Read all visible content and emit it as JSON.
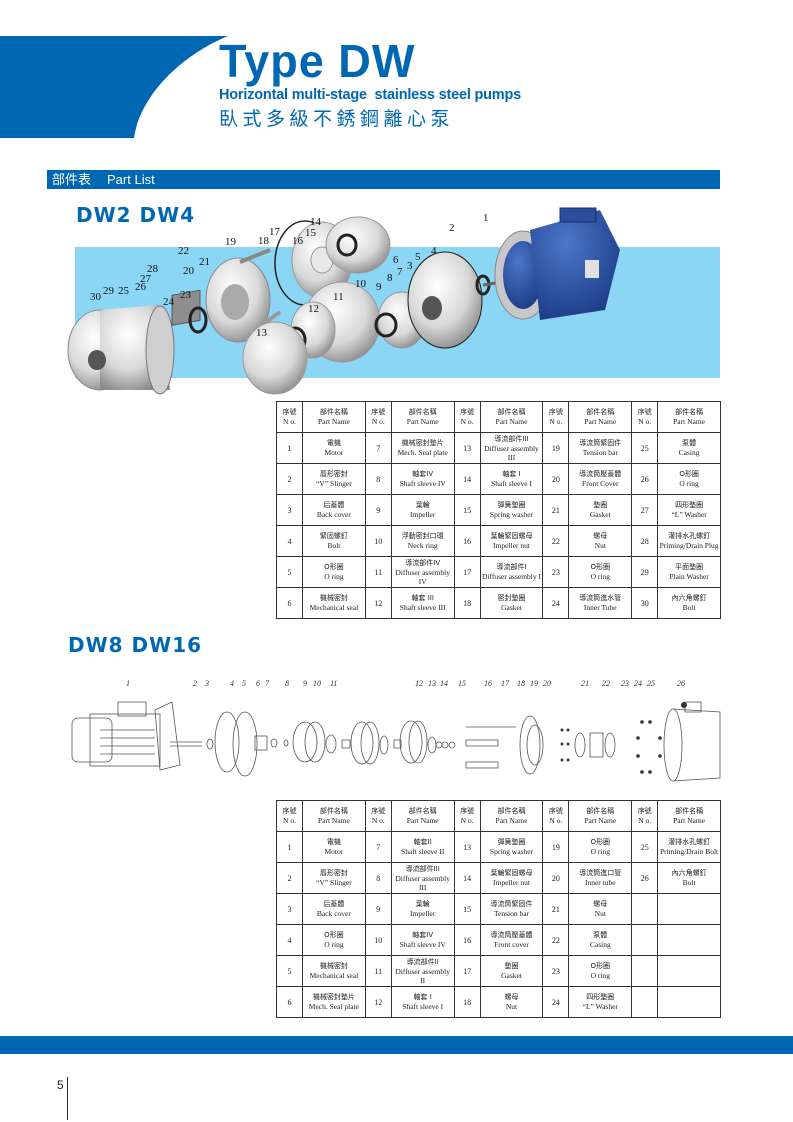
{
  "header": {
    "title": "Type DW",
    "subtitle": "Horizontal multi-stage  stainless steel pumps",
    "subtitle_cn": "臥式多級不銹鋼離心泵"
  },
  "section": {
    "label_cn": "部件表",
    "label_en": "Part List"
  },
  "colors": {
    "brand_blue": "#0067b3",
    "diagram_band": "#8bd6f5"
  },
  "models": [
    {
      "heading": "DW2  DW4",
      "callouts": [
        "1",
        "2",
        "3",
        "4",
        "5",
        "6",
        "7",
        "8",
        "9",
        "10",
        "11",
        "12",
        "13",
        "14",
        "15",
        "16",
        "17",
        "18",
        "19",
        "20",
        "21",
        "22",
        "23",
        "24",
        "25",
        "26",
        "27",
        "28",
        "29",
        "30"
      ],
      "table": {
        "header_no_cn": "序號",
        "header_no_en": "N o.",
        "header_name_cn": "部件名稱",
        "header_name_en": "Part Name",
        "columns": [
          [
            {
              "no": "1",
              "cn": "電機",
              "en": "Motor"
            },
            {
              "no": "2",
              "cn": "唇形密封",
              "en": "“V” Slinger"
            },
            {
              "no": "3",
              "cn": "后蓋體",
              "en": "Back cover"
            },
            {
              "no": "4",
              "cn": "緊固螺釘",
              "en": "Bolt"
            },
            {
              "no": "5",
              "cn": "O形圈",
              "en": "O ring"
            },
            {
              "no": "6",
              "cn": "機械密封",
              "en": "Mechanical seal"
            }
          ],
          [
            {
              "no": "7",
              "cn": "機械密封墊片",
              "en": "Mech. Seal plate"
            },
            {
              "no": "8",
              "cn": "軸套IV",
              "en": "Shaft sleeve IV"
            },
            {
              "no": "9",
              "cn": "葉輪",
              "en": "Impeller"
            },
            {
              "no": "10",
              "cn": "浮動密封口環",
              "en": "Neck ring"
            },
            {
              "no": "11",
              "cn": "導流部件IV",
              "en": "Diffuser assembly IV"
            },
            {
              "no": "12",
              "cn": "軸套 III",
              "en": "Shaft sleeve III"
            }
          ],
          [
            {
              "no": "13",
              "cn": "導流部件III",
              "en": "Diffuser assembly III"
            },
            {
              "no": "14",
              "cn": "軸套 I",
              "en": "Shaft sleeve I"
            },
            {
              "no": "15",
              "cn": "彈簧墊圈",
              "en": "Spring washer"
            },
            {
              "no": "16",
              "cn": "葉輪緊固螺母",
              "en": "Impeller nut"
            },
            {
              "no": "17",
              "cn": "導流部件I",
              "en": "Diffuser assembly I"
            },
            {
              "no": "18",
              "cn": "密封墊圈",
              "en": "Gasket"
            }
          ],
          [
            {
              "no": "19",
              "cn": "導流筒緊固件",
              "en": "Tension bar"
            },
            {
              "no": "20",
              "cn": "導流筒壓蓋體",
              "en": "Front Cover"
            },
            {
              "no": "21",
              "cn": "墊圈",
              "en": "Gasket"
            },
            {
              "no": "22",
              "cn": "螺母",
              "en": "Nut"
            },
            {
              "no": "23",
              "cn": "O形圈",
              "en": "O ring"
            },
            {
              "no": "24",
              "cn": "導流筒進水管",
              "en": "Inner Tube"
            }
          ],
          [
            {
              "no": "25",
              "cn": "泵體",
              "en": "Casing"
            },
            {
              "no": "26",
              "cn": "O形圈",
              "en": "O ring"
            },
            {
              "no": "27",
              "cn": "四形墊圈",
              "en": "“L” Washer"
            },
            {
              "no": "28",
              "cn": "灌排水孔螺釘",
              "en": "Priming/Drain Plug"
            },
            {
              "no": "29",
              "cn": "平面墊圈",
              "en": "Plain Washer"
            },
            {
              "no": "30",
              "cn": "內六角螺釘",
              "en": "Bolt"
            }
          ]
        ]
      }
    },
    {
      "heading": "DW8  DW16",
      "callouts": [
        "1",
        "2",
        "3",
        "4",
        "5",
        "6",
        "7",
        "8",
        "9",
        "10",
        "11",
        "12",
        "13",
        "14",
        "15",
        "16",
        "17",
        "18",
        "19",
        "20",
        "21",
        "22",
        "23",
        "24",
        "25",
        "26"
      ],
      "table": {
        "header_no_cn": "序號",
        "header_no_en": "N o.",
        "header_name_cn": "部件名稱",
        "header_name_en": "Part Name",
        "columns": [
          [
            {
              "no": "1",
              "cn": "電機",
              "en": "Motor"
            },
            {
              "no": "2",
              "cn": "唇形密封",
              "en": "“V” Slinger"
            },
            {
              "no": "3",
              "cn": "后蓋體",
              "en": "Back cover"
            },
            {
              "no": "4",
              "cn": "O形圈",
              "en": "O ring"
            },
            {
              "no": "5",
              "cn": "機械密封",
              "en": "Mechanical seal"
            },
            {
              "no": "6",
              "cn": "機械密封墊片",
              "en": "Mech. Seal plate"
            }
          ],
          [
            {
              "no": "7",
              "cn": "軸套II",
              "en": "Shaft sleeve II"
            },
            {
              "no": "8",
              "cn": "導流部件III",
              "en": "Diffuser assembly III"
            },
            {
              "no": "9",
              "cn": "葉輪",
              "en": "Impeller"
            },
            {
              "no": "10",
              "cn": "軸套IV",
              "en": "Shaft sleeve IV"
            },
            {
              "no": "11",
              "cn": "導流部件II",
              "en": "Diffuser assembly II"
            },
            {
              "no": "12",
              "cn": "軸套 I",
              "en": "Shaft sleeve I"
            }
          ],
          [
            {
              "no": "13",
              "cn": "彈簧墊圈",
              "en": "Spring washer"
            },
            {
              "no": "14",
              "cn": "葉輪緊固螺母",
              "en": "Impeller nut"
            },
            {
              "no": "15",
              "cn": "導流筒緊固件",
              "en": "Tension bar"
            },
            {
              "no": "16",
              "cn": "導流筒壓蓋體",
              "en": "Front cover"
            },
            {
              "no": "17",
              "cn": "墊圈",
              "en": "Gasket"
            },
            {
              "no": "18",
              "cn": "螺母",
              "en": "Nut"
            }
          ],
          [
            {
              "no": "19",
              "cn": "O形圈",
              "en": "O ring"
            },
            {
              "no": "20",
              "cn": "導流筒進口管",
              "en": "Inner tube"
            },
            {
              "no": "21",
              "cn": "螺母",
              "en": "Nut"
            },
            {
              "no": "22",
              "cn": "泵體",
              "en": "Casing"
            },
            {
              "no": "23",
              "cn": "O形圈",
              "en": "O ring"
            },
            {
              "no": "24",
              "cn": "四形墊圈",
              "en": "“L” Washer"
            }
          ],
          [
            {
              "no": "25",
              "cn": "灌排水孔螺釘",
              "en": "Priming/Drain Bolt"
            },
            {
              "no": "26",
              "cn": "內六角螺釘",
              "en": "Bolt"
            },
            {
              "no": "",
              "cn": "",
              "en": ""
            },
            {
              "no": "",
              "cn": "",
              "en": ""
            },
            {
              "no": "",
              "cn": "",
              "en": ""
            },
            {
              "no": "",
              "cn": "",
              "en": ""
            }
          ]
        ]
      }
    }
  ],
  "footer": {
    "page_number": "5"
  }
}
